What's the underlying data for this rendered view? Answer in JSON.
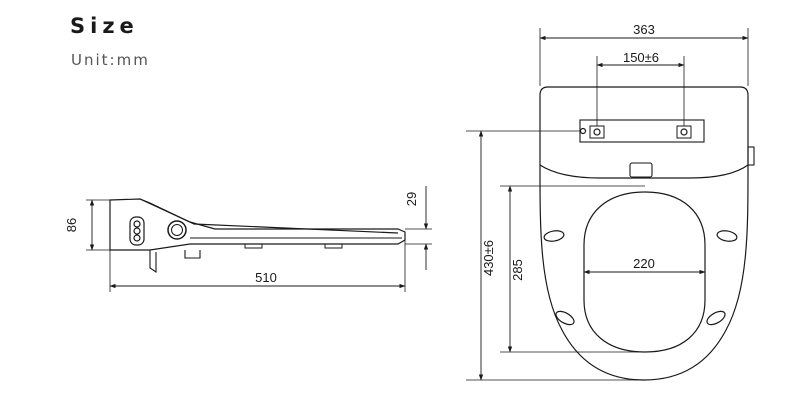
{
  "header": {
    "title": "Size",
    "unit": "Unit:mm"
  },
  "side_view": {
    "height": "86",
    "thickness": "29",
    "length": "510"
  },
  "top_view": {
    "overall_width": "363",
    "hinge_spacing": "150±6",
    "overall_length": "430±6",
    "opening_length": "285",
    "opening_width": "220"
  },
  "colors": {
    "line": "#1a1a1a",
    "text": "#1a1a1a",
    "subtitle": "#555555"
  }
}
